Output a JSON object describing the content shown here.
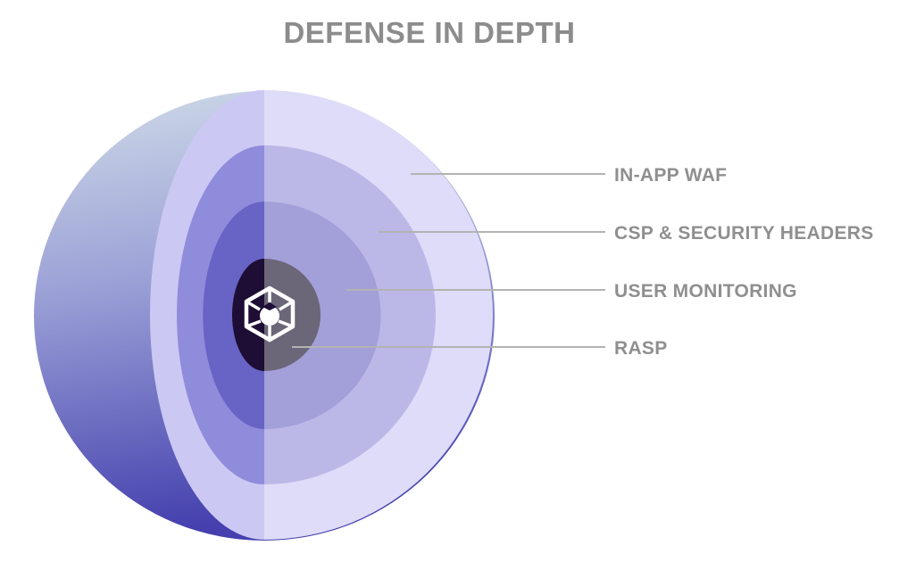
{
  "title": "DEFENSE IN DEPTH",
  "layers": [
    {
      "label": "IN-APP WAF",
      "color": "#dedcf8"
    },
    {
      "label": "CSP & SECURITY HEADERS",
      "color": "#bbb8e8"
    },
    {
      "label": "USER MONITORING",
      "color": "#a29fd9"
    },
    {
      "label": "RASP",
      "color": "#6b6678"
    }
  ],
  "core_icon": "cube-logo-icon",
  "colors": {
    "sphere_top": "#cfd8e8",
    "sphere_bottom": "#4a45b0",
    "label_text": "#8f8f8f",
    "leader_line": "#b3b3b3"
  }
}
